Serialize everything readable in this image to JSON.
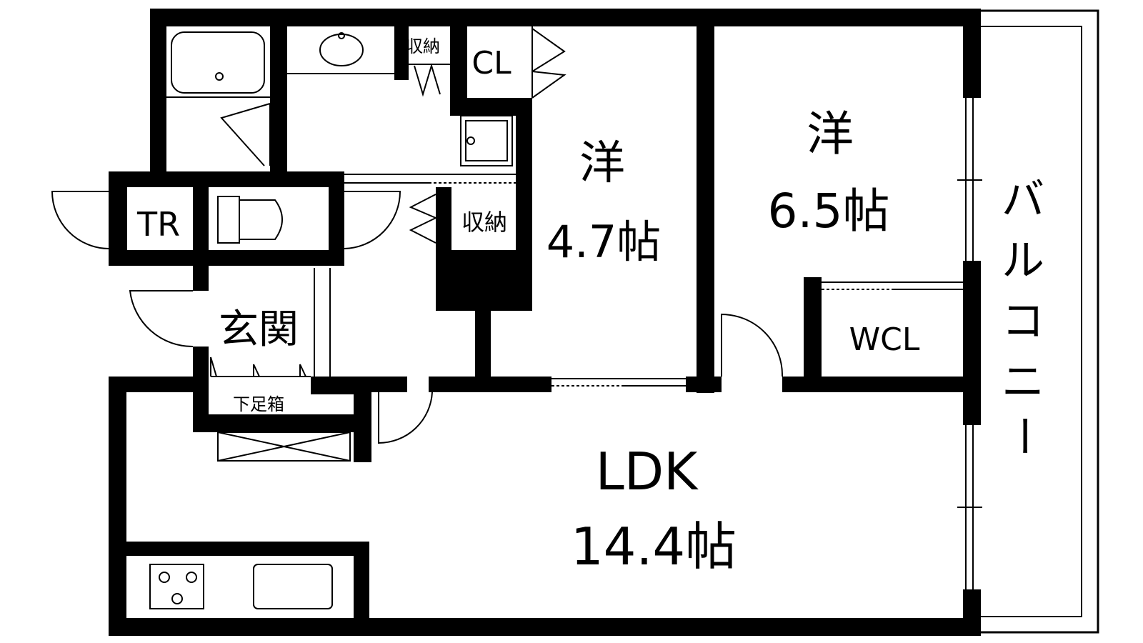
{
  "colors": {
    "wall": "#000000",
    "background": "#ffffff",
    "line": "#000000"
  },
  "rooms": {
    "western_room_1": {
      "name": "洋",
      "size": "4.7帖"
    },
    "western_room_2": {
      "name": "洋",
      "size": "6.5帖"
    },
    "ldk": {
      "name": "LDK",
      "size": "14.4帖"
    }
  },
  "labels": {
    "storage_top": "収納",
    "closet": "CL",
    "toilet": "TR",
    "storage_mid": "収納",
    "entrance": "玄関",
    "shoe_box": "下足箱",
    "walk_in_closet": "WCL",
    "balcony": [
      "バ",
      "ル",
      "コ",
      "ニ",
      "ー"
    ]
  }
}
